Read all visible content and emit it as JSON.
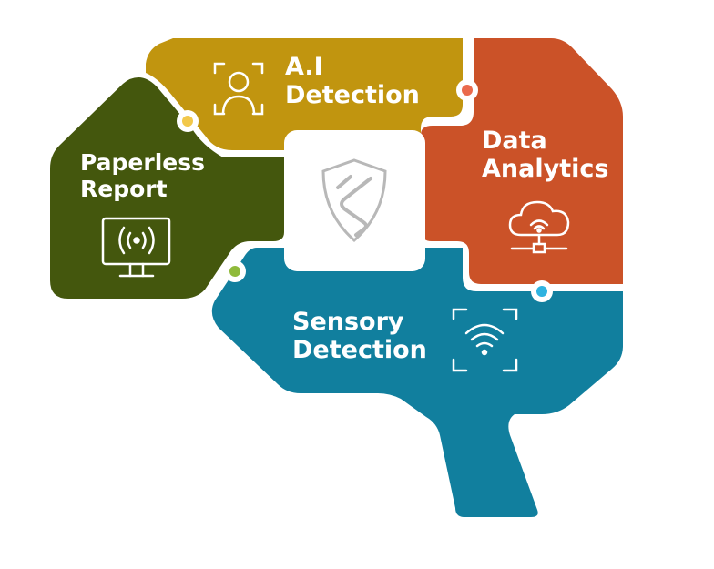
{
  "segments": [
    {
      "id": "ai",
      "lines": [
        "A.I",
        "Detection"
      ],
      "icon": "face-scan-icon",
      "color": "#c1950f"
    },
    {
      "id": "data",
      "lines": [
        "Data",
        "Analytics"
      ],
      "icon": "cloud-network-icon",
      "color": "#cb5228"
    },
    {
      "id": "paperless",
      "lines": [
        "Paperless",
        "Report"
      ],
      "icon": "monitor-signal-icon",
      "color": "#44570d"
    },
    {
      "id": "sensory",
      "lines": [
        "Sensory",
        "Detection"
      ],
      "icon": "wifi-scan-icon",
      "color": "#117f9e"
    }
  ],
  "center": {
    "icon": "shield-logo-icon",
    "color": "#ffffff"
  },
  "connectors": [
    {
      "segment": "ai",
      "color": "#f2c84b"
    },
    {
      "segment": "data",
      "color": "#ea6a4c"
    },
    {
      "segment": "paperless",
      "color": "#8fba3a"
    },
    {
      "segment": "sensory",
      "color": "#2fb3e0"
    }
  ]
}
